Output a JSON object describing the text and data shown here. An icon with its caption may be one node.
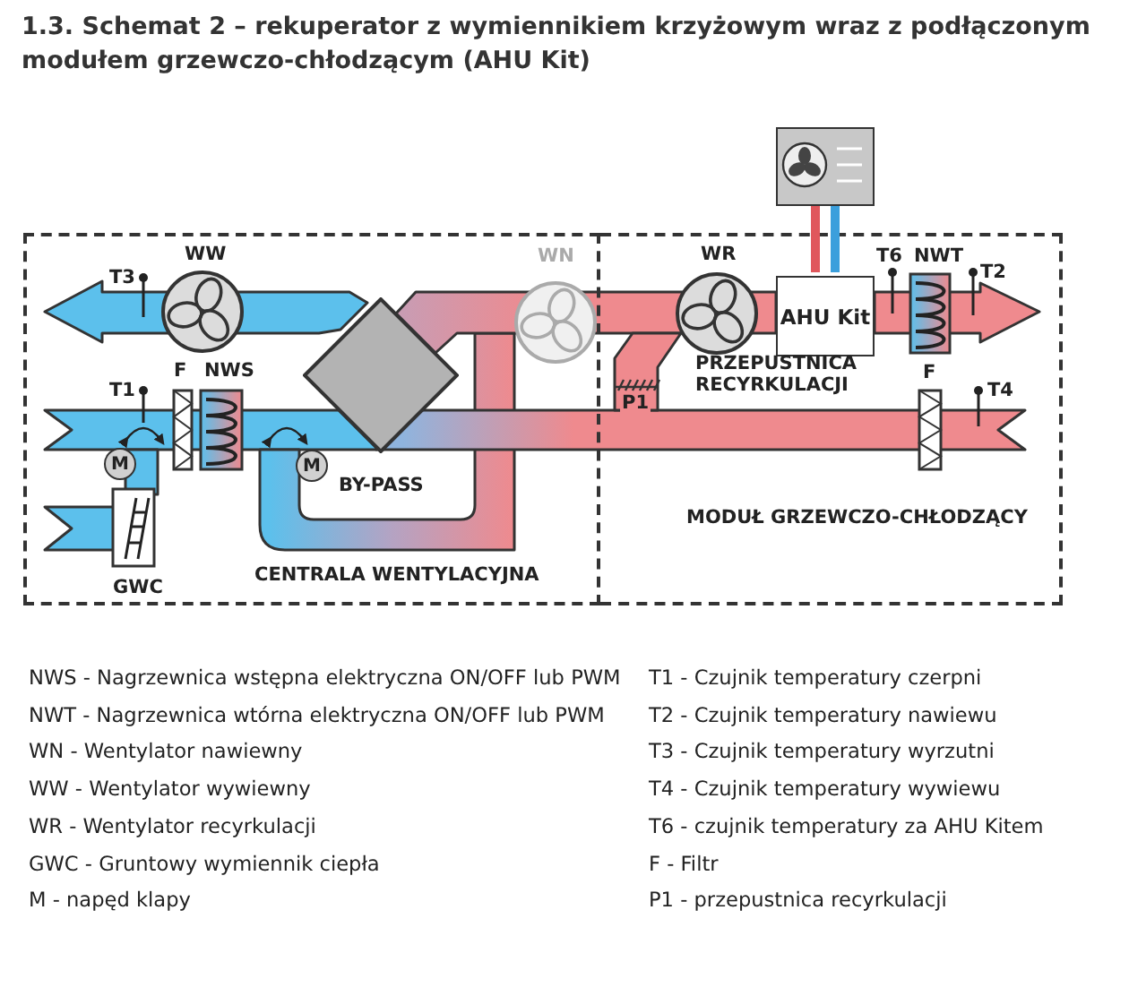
{
  "diagram": {
    "title": "1.3. Schemat 2 – rekuperator z wymiennikiem krzyżowym wraz z podłączonym modułem grzewczo-chłodzącym (AHU Kit)",
    "nodes": [
      {
        "text": [],
        "shape": "box"
      },
      {
        "text": [
          "CENTRALA WENTYLACYJNA"
        ]
      },
      {
        "text": [
          "MODUŁ GRZEWCZO-CHŁODZĄCY"
        ]
      },
      {
        "text": [
          "AHU Kit"
        ],
        "in": 2
      },
      {
        "text": [
          "M"
        ],
        "in": 1
      },
      {
        "text": [
          "M"
        ],
        "in": 1
      },
      {
        "text": [],
        "shape": "diamond",
        "in": 1
      }
    ],
    "edges": [
      {
        "from": 0,
        "to": 3,
        "arrow": "none",
        "color": "#e0575c"
      },
      {
        "from": 0,
        "to": 3,
        "arrow": "none",
        "color": "#3b9fdc"
      }
    ],
    "labels": [
      "WW",
      "WN",
      "WR",
      "T3",
      "T6",
      "NWT",
      "T2",
      "T1",
      "F",
      "NWS",
      "PRZEPUSTNICA RECYRKULACJI",
      "F",
      "T4",
      "P1",
      "BY-PASS",
      "GWC",
      "NWS - Nagrzewnica wstępna elektryczna ON/OFF lub PWM",
      "T1 - Czujnik temperatury czerpni",
      "NWT - Nagrzewnica wtórna elektryczna ON/OFF lub PWM",
      "T2 - Czujnik temperatury nawiewu",
      "WN - Wentylator nawiewny",
      "T3 - Czujnik temperatury wyrzutni",
      "WW - Wentylator wywiewny",
      "T4 - Czujnik temperatury wywiewu",
      "WR - Wentylator recyrkulacji",
      "T6 - czujnik temperatury za AHU Kitem",
      "GWC - Gruntowy wymiennik ciepła",
      "F - Filtr",
      "M - napęd klapy",
      "P1 - przepustnica recyrkulacji"
    ]
  }
}
